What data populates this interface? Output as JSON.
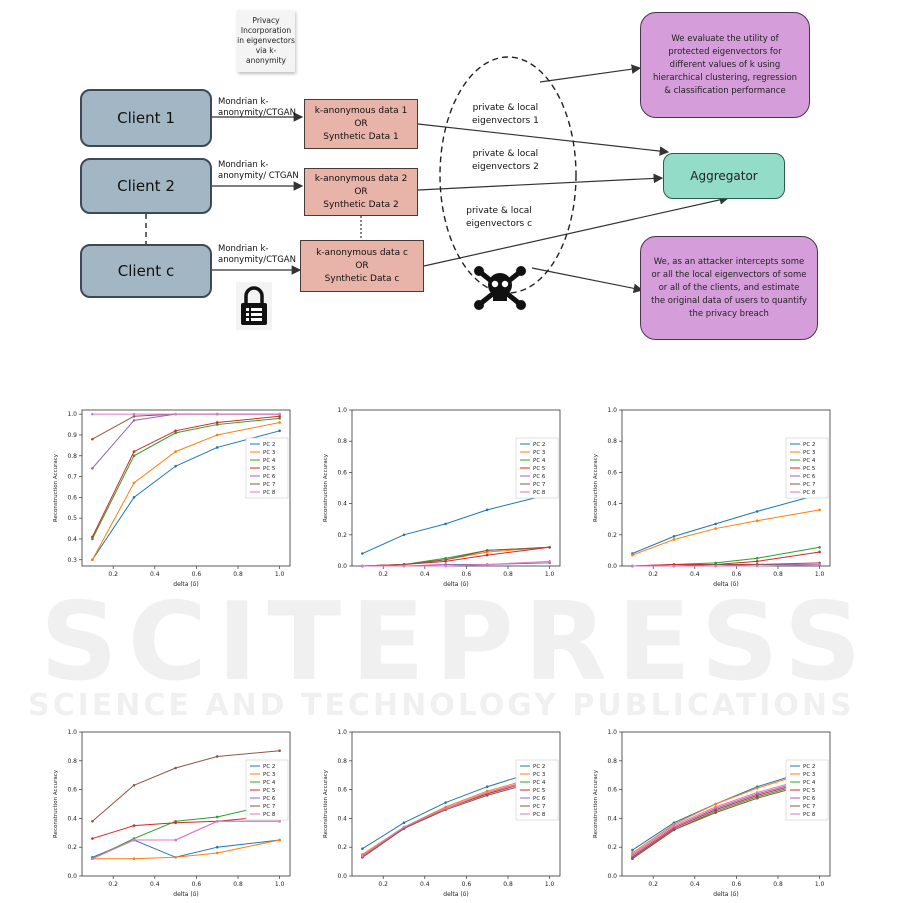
{
  "diagram": {
    "note": "Privacy\nIncorporation\nin eigenvectors\nvia k-\nanonymity",
    "clients": [
      "Client 1",
      "Client 2",
      "Client c"
    ],
    "edge_labels": [
      "Mondrian k-\nanonymity/CTGAN",
      "Mondrian k-\nanonymity/ CTGAN",
      "Mondrian k-\nanonymity/CTGAN"
    ],
    "data_boxes": [
      "k-anonymous data 1\nOR\nSynthetic Data 1",
      "k-anonymous data 2\nOR\nSynthetic Data 2",
      "k-anonymous data c\nOR\nSynthetic Data c"
    ],
    "eigen_labels": [
      "private & local\neigenvectors 1",
      "private & local\neigenvectors 2",
      "private & local\neigenvectors c"
    ],
    "aggregator": "Aggregator",
    "utility_text": "We evaluate the utility of protected eigenvectors for different values of k using hierarchical clustering, regression & classification performance",
    "attacker_text": "We, as an attacker intercepts some or all the local eigenvectors of some or all of the clients, and estimate the original data of users to quantify the privacy breach"
  },
  "watermark": {
    "line1": "SCITEPRESS",
    "line2": "SCIENCE AND TECHNOLOGY PUBLICATIONS"
  },
  "colors": {
    "PC 2": "#1f77b4",
    "PC 3": "#ff7f0e",
    "PC 4": "#2ca02c",
    "PC 5": "#d62728",
    "PC 6": "#9467bd",
    "PC 7": "#8c564b",
    "PC 8": "#e377c2"
  },
  "chart_data": [
    {
      "type": "line",
      "xlabel": "delta (δ)",
      "ylabel": "Reconstruction Accuracy",
      "xlim": [
        0.05,
        1.05
      ],
      "ylim": [
        0.27,
        1.02
      ],
      "xticks": [
        "0.2",
        "0.4",
        "0.6",
        "0.8",
        "1.0"
      ],
      "yticks": [
        "0.3",
        "0.4",
        "0.5",
        "0.6",
        "0.7",
        "0.8",
        "0.9",
        "1.0"
      ],
      "x": [
        0.1,
        0.3,
        0.5,
        0.7,
        1.0
      ],
      "series": [
        {
          "name": "PC 2",
          "values": [
            0.3,
            0.6,
            0.75,
            0.84,
            0.92
          ]
        },
        {
          "name": "PC 3",
          "values": [
            0.3,
            0.67,
            0.82,
            0.9,
            0.96
          ]
        },
        {
          "name": "PC 4",
          "values": [
            0.4,
            0.8,
            0.91,
            0.95,
            0.98
          ]
        },
        {
          "name": "PC 5",
          "values": [
            0.41,
            0.82,
            0.92,
            0.96,
            0.99
          ]
        },
        {
          "name": "PC 6",
          "values": [
            0.74,
            0.97,
            1.0,
            1.0,
            1.0
          ]
        },
        {
          "name": "PC 7",
          "values": [
            0.88,
            0.99,
            1.0,
            1.0,
            1.0
          ]
        },
        {
          "name": "PC 8",
          "values": [
            1.0,
            1.0,
            1.0,
            1.0,
            1.0
          ]
        }
      ]
    },
    {
      "type": "line",
      "xlabel": "delta (δ)",
      "ylabel": "Reconstruction Accuracy",
      "xlim": [
        0.05,
        1.05
      ],
      "ylim": [
        0,
        1.0
      ],
      "xticks": [
        "0.2",
        "0.4",
        "0.6",
        "0.8",
        "1.0"
      ],
      "yticks": [
        "0.0",
        "0.2",
        "0.4",
        "0.6",
        "0.8",
        "1.0"
      ],
      "x": [
        0.1,
        0.3,
        0.5,
        0.7,
        1.0
      ],
      "series": [
        {
          "name": "PC 2",
          "values": [
            0.08,
            0.2,
            0.27,
            0.36,
            0.46
          ]
        },
        {
          "name": "PC 3",
          "values": [
            0.0,
            0.01,
            0.04,
            0.09,
            0.12
          ]
        },
        {
          "name": "PC 4",
          "values": [
            0.0,
            0.01,
            0.05,
            0.1,
            0.12
          ]
        },
        {
          "name": "PC 5",
          "values": [
            0.0,
            0.01,
            0.03,
            0.07,
            0.12
          ]
        },
        {
          "name": "PC 6",
          "values": [
            0.0,
            0.0,
            0.01,
            0.01,
            0.02
          ]
        },
        {
          "name": "PC 7",
          "values": [
            0.0,
            0.01,
            0.04,
            0.1,
            0.12
          ]
        },
        {
          "name": "PC 8",
          "values": [
            0.0,
            0.0,
            0.0,
            0.01,
            0.03
          ]
        }
      ]
    },
    {
      "type": "line",
      "xlabel": "delta (δ)",
      "ylabel": "Reconstruction Accuracy",
      "xlim": [
        0.05,
        1.05
      ],
      "ylim": [
        0,
        1.0
      ],
      "xticks": [
        "0.2",
        "0.4",
        "0.6",
        "0.8",
        "1.0"
      ],
      "yticks": [
        "0.0",
        "0.2",
        "0.4",
        "0.6",
        "0.8",
        "1.0"
      ],
      "x": [
        0.1,
        0.3,
        0.5,
        0.7,
        1.0
      ],
      "series": [
        {
          "name": "PC 2",
          "values": [
            0.08,
            0.19,
            0.27,
            0.35,
            0.46
          ]
        },
        {
          "name": "PC 3",
          "values": [
            0.07,
            0.17,
            0.24,
            0.29,
            0.36
          ]
        },
        {
          "name": "PC 4",
          "values": [
            0.0,
            0.01,
            0.02,
            0.05,
            0.12
          ]
        },
        {
          "name": "PC 5",
          "values": [
            0.0,
            0.01,
            0.01,
            0.03,
            0.09
          ]
        },
        {
          "name": "PC 6",
          "values": [
            0.0,
            0.0,
            0.0,
            0.01,
            0.01
          ]
        },
        {
          "name": "PC 7",
          "values": [
            0.0,
            0.0,
            0.01,
            0.01,
            0.02
          ]
        },
        {
          "name": "PC 8",
          "values": [
            0.0,
            0.0,
            0.0,
            0.0,
            0.01
          ]
        }
      ]
    },
    {
      "type": "line",
      "xlabel": "delta (δ)",
      "ylabel": "Reconstruction Accuracy",
      "xlim": [
        0.05,
        1.05
      ],
      "ylim": [
        0,
        1.0
      ],
      "xticks": [
        "0.2",
        "0.4",
        "0.6",
        "0.8",
        "1.0"
      ],
      "yticks": [
        "0.0",
        "0.2",
        "0.4",
        "0.6",
        "0.8",
        "1.0"
      ],
      "x": [
        0.1,
        0.3,
        0.5,
        0.7,
        1.0
      ],
      "series": [
        {
          "name": "PC 2",
          "values": [
            0.13,
            0.25,
            0.13,
            0.2,
            0.25
          ]
        },
        {
          "name": "PC 3",
          "values": [
            0.12,
            0.12,
            0.13,
            0.16,
            0.25
          ]
        },
        {
          "name": "PC 4",
          "values": [
            0.12,
            0.26,
            0.38,
            0.41,
            0.51
          ]
        },
        {
          "name": "PC 5",
          "values": [
            0.26,
            0.35,
            0.37,
            0.38,
            0.42
          ]
        },
        {
          "name": "PC 6",
          "values": [
            0.12,
            0.25,
            0.25,
            0.38,
            0.38
          ]
        },
        {
          "name": "PC 7",
          "values": [
            0.38,
            0.63,
            0.75,
            0.83,
            0.87
          ]
        },
        {
          "name": "PC 8",
          "values": [
            0.12,
            0.25,
            0.25,
            0.38,
            0.38
          ]
        }
      ]
    },
    {
      "type": "line",
      "xlabel": "delta (δ)",
      "ylabel": "Reconstruction Accuracy",
      "xlim": [
        0.05,
        1.05
      ],
      "ylim": [
        0,
        1.0
      ],
      "xticks": [
        "0.2",
        "0.4",
        "0.6",
        "0.8",
        "1.0"
      ],
      "yticks": [
        "0.0",
        "0.2",
        "0.4",
        "0.6",
        "0.8",
        "1.0"
      ],
      "x": [
        0.1,
        0.3,
        0.5,
        0.7,
        0.9
      ],
      "series": [
        {
          "name": "PC 2",
          "values": [
            0.19,
            0.37,
            0.51,
            0.62,
            0.71
          ]
        },
        {
          "name": "PC 3",
          "values": [
            0.15,
            0.34,
            0.48,
            0.59,
            0.67
          ]
        },
        {
          "name": "PC 4",
          "values": [
            0.14,
            0.33,
            0.47,
            0.57,
            0.66
          ]
        },
        {
          "name": "PC 5",
          "values": [
            0.13,
            0.33,
            0.47,
            0.57,
            0.65
          ]
        },
        {
          "name": "PC 6",
          "values": [
            0.14,
            0.33,
            0.47,
            0.58,
            0.66
          ]
        },
        {
          "name": "PC 7",
          "values": [
            0.13,
            0.33,
            0.46,
            0.56,
            0.64
          ]
        },
        {
          "name": "PC 8",
          "values": [
            0.14,
            0.34,
            0.47,
            0.58,
            0.65
          ]
        }
      ]
    },
    {
      "type": "line",
      "xlabel": "delta (δ)",
      "ylabel": "Reconstruction Accuracy",
      "xlim": [
        0.05,
        1.05
      ],
      "ylim": [
        0,
        1.0
      ],
      "xticks": [
        "0.2",
        "0.4",
        "0.6",
        "0.8",
        "1.0"
      ],
      "yticks": [
        "0.0",
        "0.2",
        "0.4",
        "0.6",
        "0.8",
        "1.0"
      ],
      "x": [
        0.1,
        0.3,
        0.5,
        0.7,
        0.9
      ],
      "series": [
        {
          "name": "PC 2",
          "values": [
            0.18,
            0.37,
            0.5,
            0.62,
            0.71
          ]
        },
        {
          "name": "PC 3",
          "values": [
            0.16,
            0.36,
            0.5,
            0.61,
            0.7
          ]
        },
        {
          "name": "PC 4",
          "values": [
            0.12,
            0.32,
            0.45,
            0.55,
            0.63
          ]
        },
        {
          "name": "PC 5",
          "values": [
            0.13,
            0.33,
            0.46,
            0.56,
            0.64
          ]
        },
        {
          "name": "PC 6",
          "values": [
            0.14,
            0.34,
            0.47,
            0.57,
            0.65
          ]
        },
        {
          "name": "PC 7",
          "values": [
            0.12,
            0.32,
            0.44,
            0.54,
            0.62
          ]
        },
        {
          "name": "PC 8",
          "values": [
            0.15,
            0.35,
            0.48,
            0.58,
            0.66
          ]
        }
      ]
    }
  ]
}
